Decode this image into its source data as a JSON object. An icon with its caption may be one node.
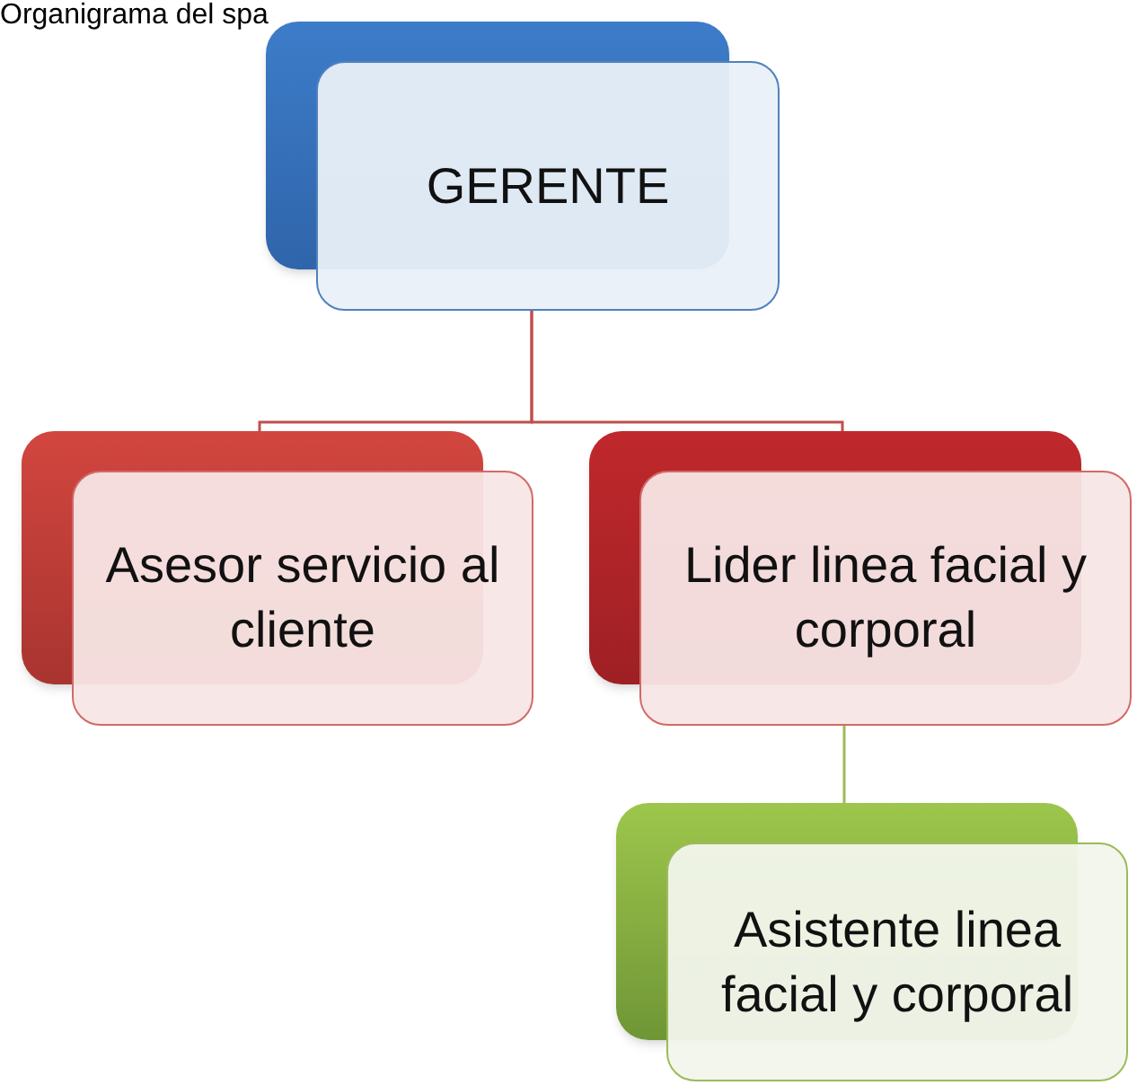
{
  "diagram": {
    "title": "Organigrama del spa",
    "nodes": [
      {
        "text": [
          "GERENTE"
        ]
      },
      {
        "text": [
          "Asesor servicio al cliente"
        ]
      },
      {
        "text": [
          "Lider linea facial y corporal"
        ]
      },
      {
        "text": [
          "Asistente linea facial y corporal"
        ]
      }
    ],
    "edges": [
      {
        "from": 0,
        "to": 1,
        "arrow": "none"
      },
      {
        "from": 0,
        "to": 2,
        "arrow": "none"
      },
      {
        "from": 2,
        "to": 3,
        "arrow": "none",
        "color": "#9bbb59"
      }
    ]
  }
}
